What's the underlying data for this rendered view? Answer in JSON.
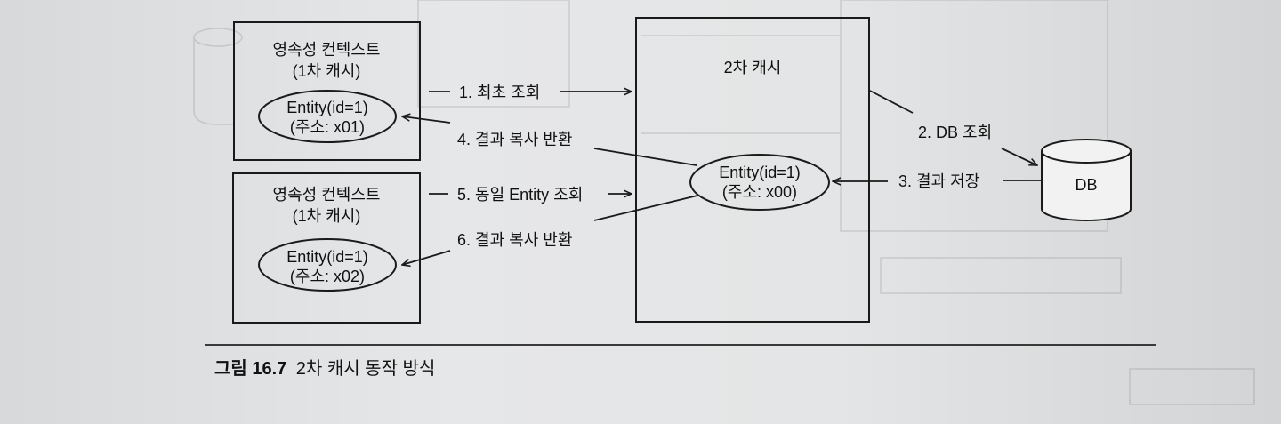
{
  "diagram": {
    "persistence_context_1": {
      "title_line1": "영속성 컨텍스트",
      "title_line2": "(1차 캐시)",
      "entity_line1": "Entity(id=1)",
      "entity_line2": "(주소: x01)"
    },
    "persistence_context_2": {
      "title_line1": "영속성 컨텍스트",
      "title_line2": "(1차 캐시)",
      "entity_line1": "Entity(id=1)",
      "entity_line2": "(주소: x02)"
    },
    "second_level_cache": {
      "title": "2차 캐시",
      "entity_line1": "Entity(id=1)",
      "entity_line2": "(주소: x00)"
    },
    "database": {
      "label": "DB"
    },
    "steps": {
      "step1": "1. 최초 조회",
      "step2": "2. DB 조회",
      "step3": "3. 결과 저장",
      "step4": "4. 결과 복사 반환",
      "step5": "5. 동일 Entity 조회",
      "step6": "6. 결과 복사 반환"
    }
  },
  "caption": {
    "number": "그림 16.7",
    "text": "2차 캐시 동작 방식"
  }
}
